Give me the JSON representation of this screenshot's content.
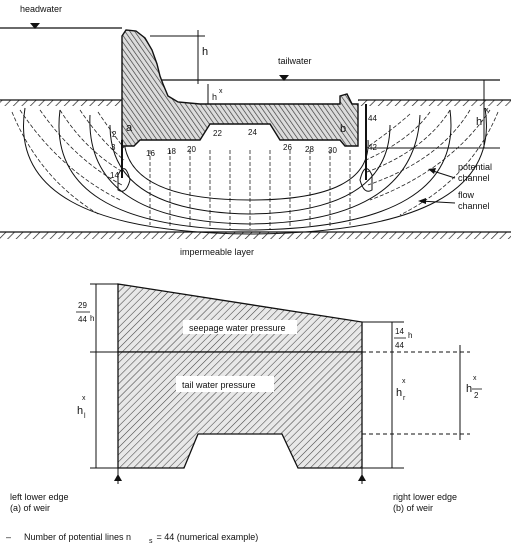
{
  "top": {
    "headwater": "headwater",
    "tailwater": "tailwater",
    "h": "h",
    "hx_small": "h",
    "hx_small_sup": "x",
    "hx_right": "h",
    "hx_right_sup": "x",
    "impermeable": "impermeable layer",
    "potential_channel": [
      "potential",
      "channel"
    ],
    "flow_channel": [
      "flow",
      "channel"
    ],
    "point_a": "a",
    "point_b": "b",
    "numbers": [
      "2",
      "3",
      "14",
      "16",
      "18",
      "20",
      "22",
      "24",
      "26",
      "28",
      "30",
      "42",
      "44"
    ]
  },
  "bottom": {
    "frac_left_num": "29",
    "frac_left_den": "44",
    "frac_left_var": "h",
    "frac_right_num": "14",
    "frac_right_den": "44",
    "frac_right_var": "h",
    "seepage_label": "seepage water pressure",
    "tail_label": "tail water pressure",
    "hl": "h",
    "hl_sup": "x",
    "hl_sub": "l",
    "hr": "h",
    "hr_sup": "x",
    "hr_sub": "r",
    "h2": "h",
    "h2_sup": "x",
    "h2_den": "2",
    "left_edge": [
      "left lower edge",
      "(a) of weir"
    ],
    "right_edge": [
      "right lower edge",
      "(b) of weir"
    ]
  },
  "footnote": {
    "dash": "–",
    "text": "Number of potential lines n",
    "sub": "s",
    "rest": " = 44 (numerical example)"
  }
}
